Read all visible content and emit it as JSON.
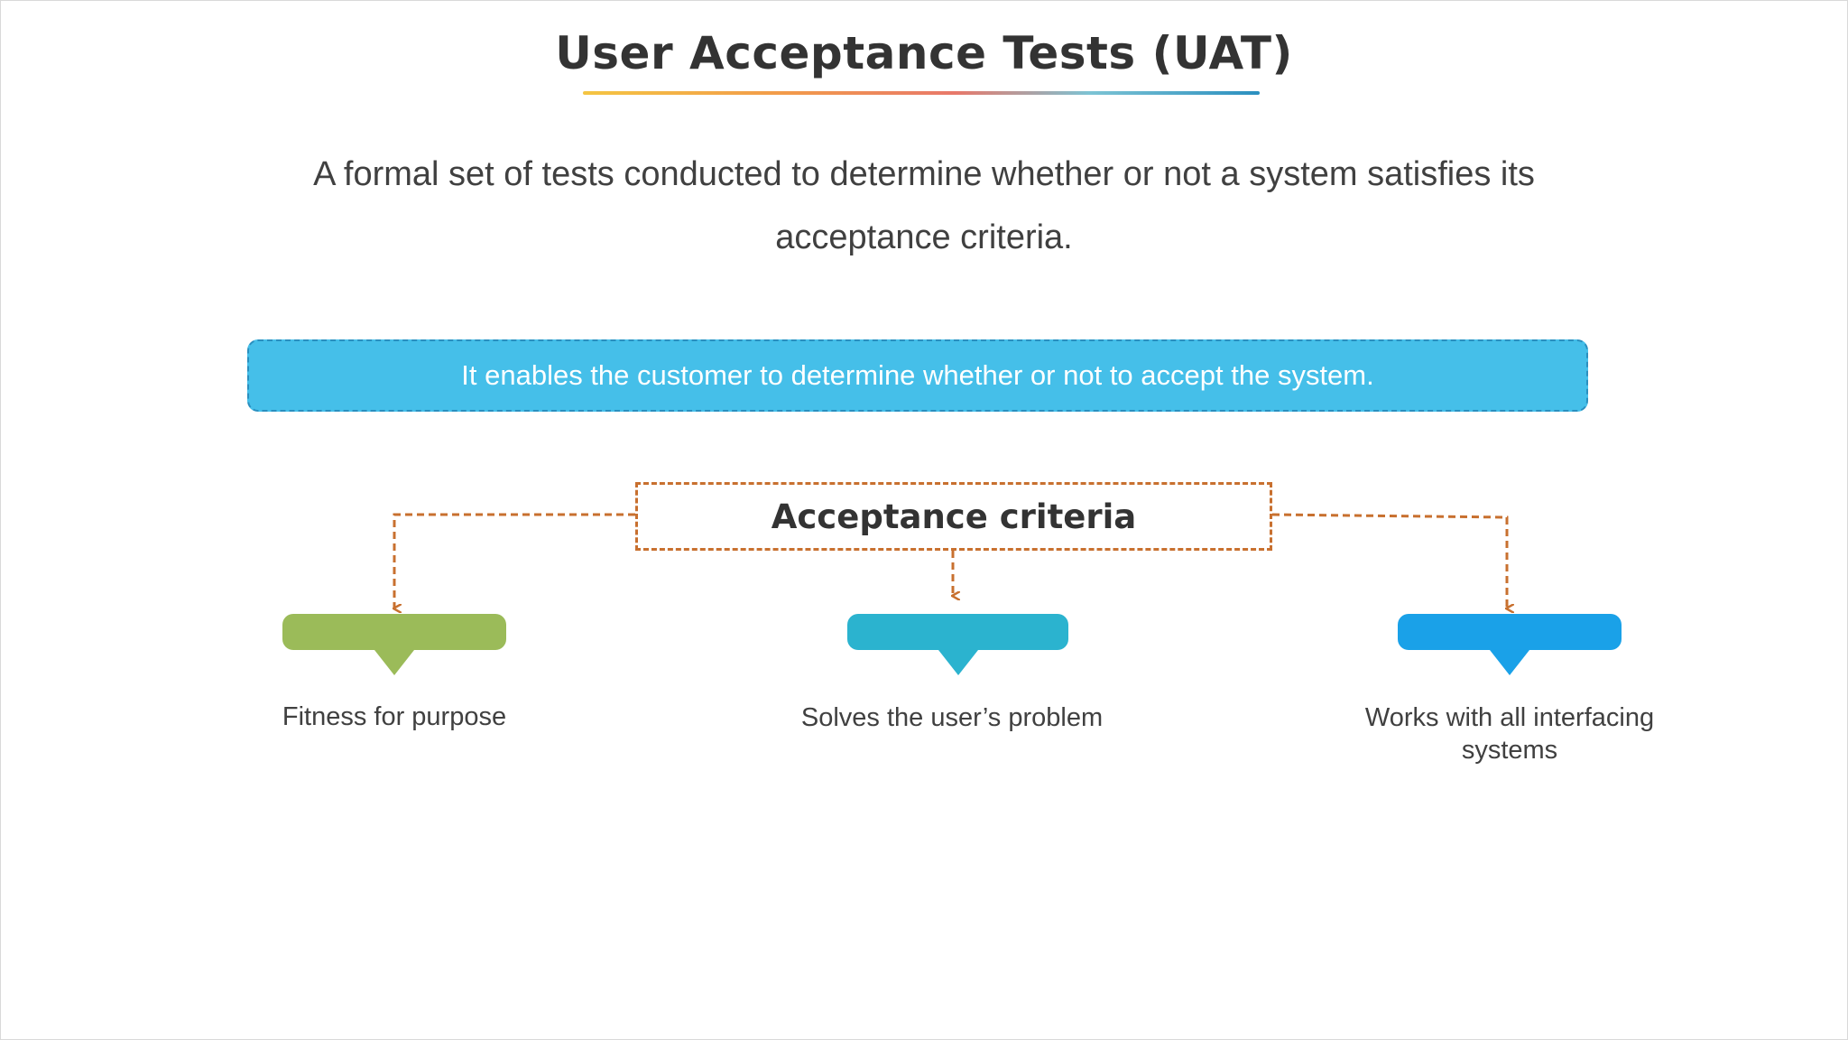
{
  "slide": {
    "title": "User Acceptance Tests (UAT)",
    "definition": "A formal set of tests conducted to determine whether or not a system satisfies its acceptance criteria.",
    "banner_text": "It enables the customer to determine whether or not to accept the system."
  },
  "diagram": {
    "root": "Acceptance criteria",
    "connector_color": "#c8702f",
    "items": [
      {
        "label": "Fitness for purpose",
        "color": "#9bbb59"
      },
      {
        "label": "Solves the user’s problem",
        "color": "#2bb3cf"
      },
      {
        "label": "Works with all interfacing systems",
        "color": "#1aa1e8"
      }
    ]
  },
  "colors": {
    "banner": "#45bfe9",
    "title_text": "#333333"
  }
}
